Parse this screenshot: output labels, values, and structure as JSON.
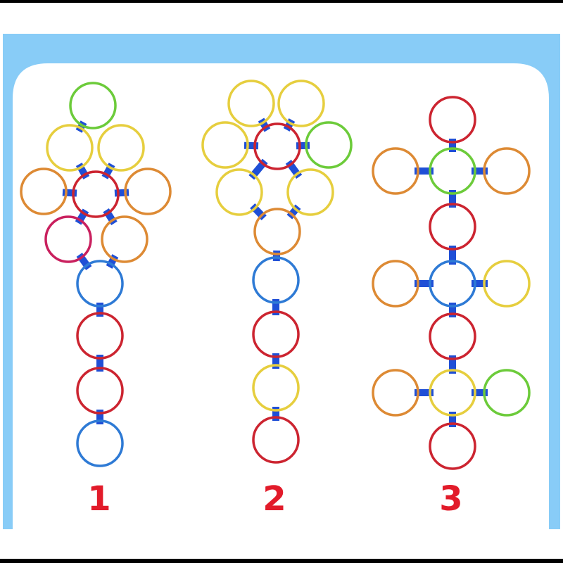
{
  "colors": {
    "background_frame": "#88CCF7",
    "panel": "#FFFFFF",
    "bars": "#000000",
    "connector": "#1F4FD6",
    "label": "#E21B2A",
    "rings": {
      "green": "#6CCB3A",
      "yellow": "#E6CE3E",
      "orange": "#DD8A34",
      "red": "#CC2430",
      "blue": "#2E7AD5",
      "pink": "#C9205E"
    }
  },
  "layouts": [
    {
      "label": "1",
      "rings": [
        {
          "color": "green"
        },
        {
          "color": "yellow"
        },
        {
          "color": "yellow"
        },
        {
          "color": "orange"
        },
        {
          "color": "red"
        },
        {
          "color": "orange"
        },
        {
          "color": "pink"
        },
        {
          "color": "orange"
        },
        {
          "color": "blue"
        },
        {
          "color": "red"
        },
        {
          "color": "red"
        },
        {
          "color": "blue"
        }
      ]
    },
    {
      "label": "2",
      "rings": [
        {
          "color": "yellow"
        },
        {
          "color": "yellow"
        },
        {
          "color": "yellow"
        },
        {
          "color": "red"
        },
        {
          "color": "green"
        },
        {
          "color": "yellow"
        },
        {
          "color": "yellow"
        },
        {
          "color": "orange"
        },
        {
          "color": "blue"
        },
        {
          "color": "red"
        },
        {
          "color": "yellow"
        },
        {
          "color": "red"
        }
      ]
    },
    {
      "label": "3",
      "rings": [
        {
          "color": "red"
        },
        {
          "color": "orange"
        },
        {
          "color": "green"
        },
        {
          "color": "orange"
        },
        {
          "color": "red"
        },
        {
          "color": "orange"
        },
        {
          "color": "blue"
        },
        {
          "color": "yellow"
        },
        {
          "color": "red"
        },
        {
          "color": "orange"
        },
        {
          "color": "yellow"
        },
        {
          "color": "green"
        },
        {
          "color": "red"
        }
      ]
    }
  ]
}
